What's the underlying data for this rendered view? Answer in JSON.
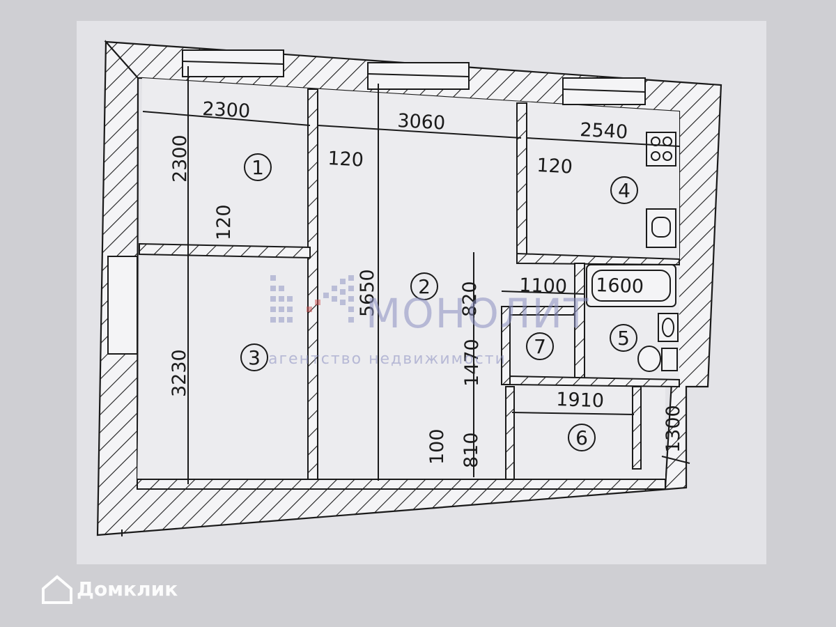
{
  "floorplan": {
    "dimensions": {
      "room1_width": "2300",
      "room1_height": "2300",
      "room2_width": "3060",
      "room2_length": "5650",
      "room4_width": "2540",
      "room3_length": "3230",
      "wall_a": "120",
      "wall_b": "120",
      "wall_c": "120",
      "hall_upper": "820",
      "hall_mid": "1470",
      "hall_lower": "810",
      "corridor_1100": "1100",
      "bath_1600": "1600",
      "room6_width": "1910",
      "stub_1300": "1300",
      "wall_100": "100"
    },
    "rooms": [
      "1",
      "2",
      "3",
      "4",
      "5",
      "6",
      "7"
    ]
  },
  "watermark": {
    "title": "МОНОЛИТ",
    "subtitle": "агентство недвижимости"
  },
  "brand": {
    "name": "Домклик"
  },
  "colors": {
    "paper": "#cfcfd3",
    "ink": "#1a1a1a",
    "wall_fill": "#f4f4f6",
    "watermark": "#8a8fc0",
    "watermark_accent": "#d05050"
  }
}
